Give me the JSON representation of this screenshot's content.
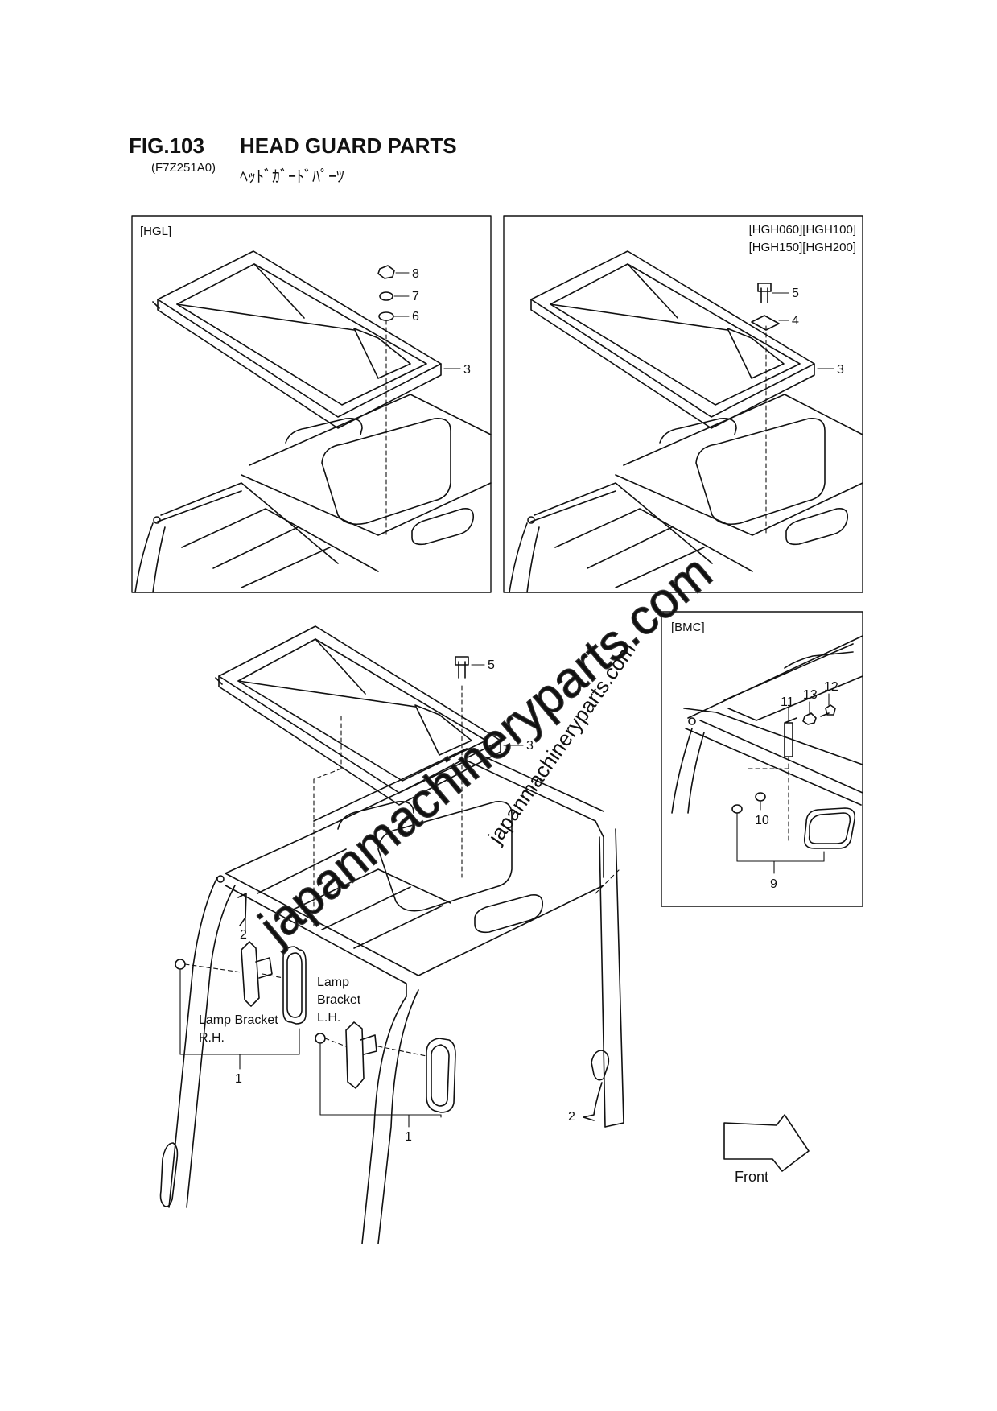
{
  "figure": {
    "number": "FIG.103",
    "title": "HEAD GUARD PARTS",
    "code": "(F7Z251A0)",
    "title_jp": "ﾍｯﾄﾞｶﾞｰﾄﾞﾊﾟｰﾂ"
  },
  "panels": {
    "hgl": {
      "label": "[HGL]",
      "callouts": [
        "8",
        "7",
        "6",
        "3"
      ]
    },
    "hgh": {
      "label_line1": "[HGH060][HGH100]",
      "label_line2": "[HGH150][HGH200]",
      "callouts": [
        "5",
        "4",
        "3"
      ]
    },
    "bmc": {
      "label": "[BMC]",
      "callouts": [
        "11",
        "13",
        "12",
        "10",
        "9"
      ]
    }
  },
  "main": {
    "callouts": [
      "5",
      "3",
      "2",
      "1",
      "1",
      "2"
    ],
    "lamp_rh_line1": "Lamp Bracket",
    "lamp_rh_line2": "R.H.",
    "lamp_lh_line1": "Lamp",
    "lamp_lh_line2": "Bracket",
    "lamp_lh_line3": "L.H.",
    "front_label": "Front"
  },
  "watermark": {
    "large": "japanmachineryparts.com",
    "small": "japanmachineryparts.com"
  }
}
